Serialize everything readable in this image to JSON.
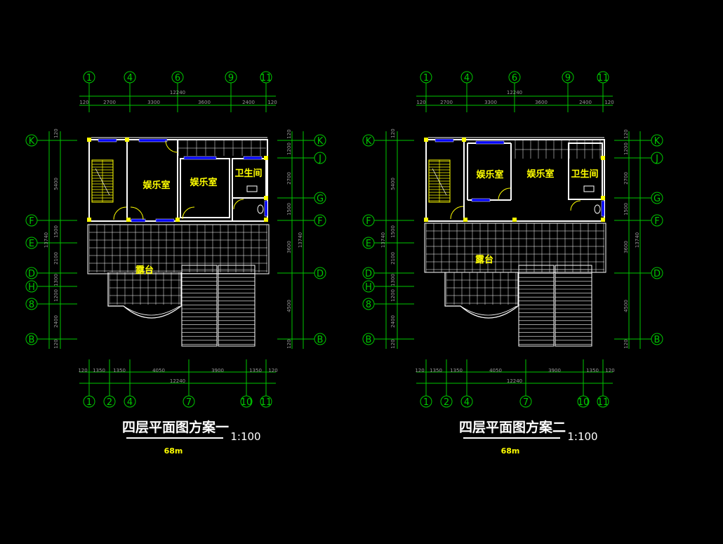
{
  "plans": [
    {
      "title": "四层平面图方案一",
      "scale": "1:100",
      "area": "68m",
      "top_axes": [
        "1",
        "4",
        "6",
        "9",
        "11"
      ],
      "top_dims": [
        "120",
        "2700",
        "3300",
        "3600",
        "2400",
        "120"
      ],
      "top_total": "12240",
      "bottom_axes": [
        "1",
        "2",
        "4",
        "7",
        "10",
        "11"
      ],
      "bottom_dims": [
        "120",
        "1350",
        "1350",
        "4050",
        "3900",
        "1350",
        "120"
      ],
      "bottom_total": "12240",
      "left_axes": [
        "K",
        "F",
        "E",
        "D",
        "H",
        "8",
        "B"
      ],
      "left_dims": [
        "120",
        "5400",
        "1500",
        "2100",
        "1300",
        "1200",
        "2400",
        "120"
      ],
      "left_total": "13740",
      "right_axes": [
        "K",
        "J",
        "G",
        "F",
        "D",
        "B"
      ],
      "right_dims": [
        "120",
        "1200",
        "2700",
        "1500",
        "3600",
        "4500",
        "120"
      ],
      "right_total": "13740",
      "rooms": [
        "娱乐室",
        "娱乐室",
        "卫生间",
        "露台"
      ]
    },
    {
      "title": "四层平面图方案二",
      "scale": "1:100",
      "area": "68m",
      "top_axes": [
        "1",
        "4",
        "6",
        "9",
        "11"
      ],
      "top_dims": [
        "120",
        "2700",
        "3300",
        "3600",
        "2400",
        "120"
      ],
      "top_total": "12240",
      "bottom_axes": [
        "1",
        "2",
        "4",
        "7",
        "10",
        "11"
      ],
      "bottom_dims": [
        "120",
        "1350",
        "1350",
        "4050",
        "3900",
        "1350",
        "120"
      ],
      "bottom_total": "12240",
      "left_axes": [
        "K",
        "F",
        "E",
        "D",
        "H",
        "8",
        "B"
      ],
      "left_dims": [
        "120",
        "5400",
        "1500",
        "2100",
        "1300",
        "1200",
        "2400",
        "120"
      ],
      "left_total": "13740",
      "right_axes": [
        "K",
        "J",
        "G",
        "F",
        "D",
        "B"
      ],
      "right_dims": [
        "120",
        "1200",
        "2700",
        "1500",
        "3600",
        "4500",
        "120"
      ],
      "right_total": "13740",
      "rooms": [
        "娱乐室",
        "娱乐室",
        "卫生间",
        "露台"
      ]
    }
  ],
  "colors": {
    "axis": "#00c800",
    "wall": "#ffffff",
    "room_text": "#ffff00",
    "window": "#0000ff",
    "dim_text": "#9a9a9a",
    "background": "#000000"
  }
}
